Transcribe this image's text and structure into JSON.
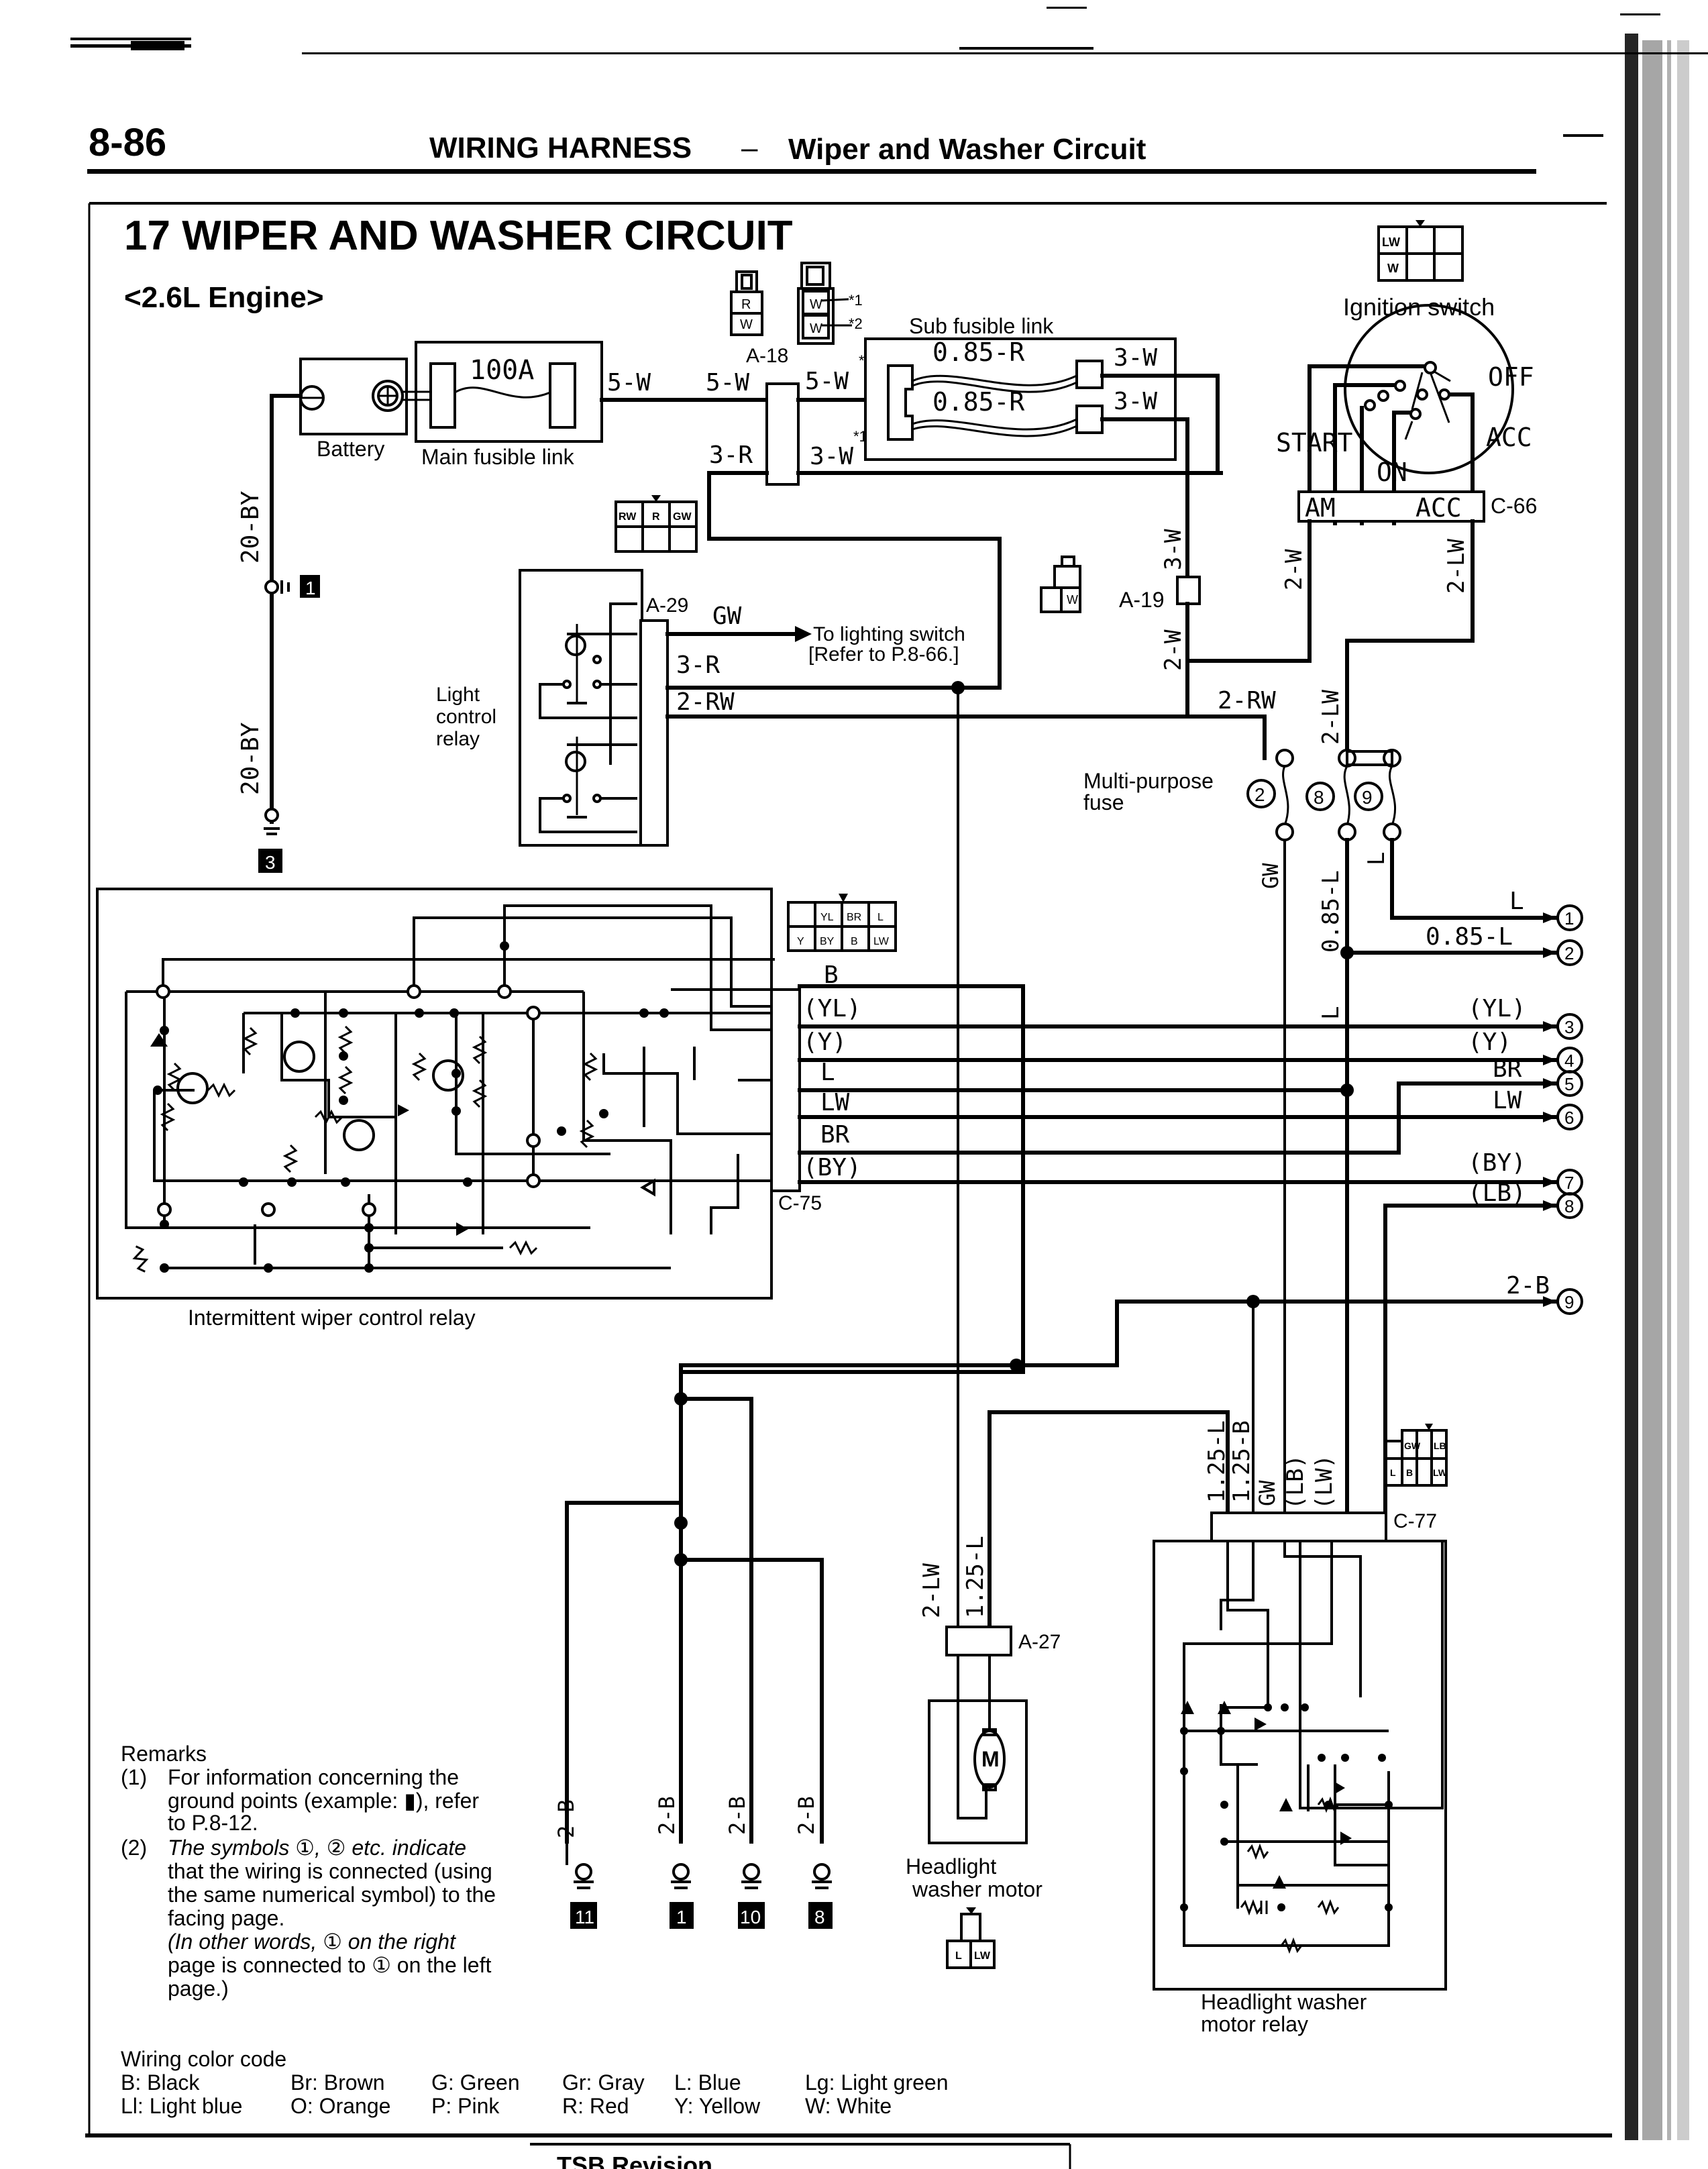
{
  "page": {
    "number": "8-86",
    "section_title": "WIRING HARNESS",
    "section_dash": "–",
    "section_subtitle": "Wiper and Washer Circuit",
    "footer_box_label": "TSB Revision"
  },
  "diagram": {
    "title": "17  WIPER AND WASHER CIRCUIT",
    "engine_label": "<2.6L Engine>",
    "components": {
      "battery": "Battery",
      "main_fusible_link": "Main fusible link",
      "main_fuse_rating": "100A",
      "sub_fusible_link": "Sub fusible link",
      "ignition_switch": "Ignition switch",
      "light_control_relay": [
        "Light",
        "control",
        "relay"
      ],
      "multi_purpose_fuse": [
        "Multi-purpose",
        "fuse"
      ],
      "intermittent_relay": "Intermittent wiper control relay",
      "headlight_washer_motor": [
        "Headlight",
        "washer motor"
      ],
      "headlight_washer_relay": [
        "Headlight washer",
        "motor relay"
      ],
      "lighting_switch_ref": [
        "To lighting switch",
        "[Refer to P.8-66.]"
      ],
      "motor_symbol": "M"
    },
    "ignition_positions": {
      "off": "OFF",
      "acc": "ACC",
      "start": "START",
      "on": "ON",
      "terminal_am": "AM",
      "terminal_acc": "ACC"
    },
    "connectors": {
      "a18": "A-18",
      "a19": "A-19",
      "a27": "A-27",
      "a29": "A-29",
      "c66": "C-66",
      "c75": "C-75",
      "c77": "C-77"
    },
    "connector_faces": {
      "a18_left": [
        "R",
        "W"
      ],
      "a18_right": [
        "W",
        "W"
      ],
      "a18_right_notes": [
        "*1",
        "*2"
      ],
      "ignition": [
        "LW",
        "",
        "",
        "W",
        "",
        ""
      ],
      "a29": [
        "RW",
        "R",
        "GW",
        "",
        "",
        ""
      ],
      "a19": [
        "",
        "W"
      ],
      "c75": [
        "",
        "YL",
        "BR",
        "L",
        "Y",
        "BY",
        "B",
        "LW"
      ],
      "c77": [
        "",
        "GW",
        "LB",
        "L",
        "B",
        "LW"
      ],
      "a27": [
        "L",
        "LW"
      ]
    },
    "wire_labels": {
      "bat_neg_top": "20-BY",
      "bat_neg_bottom": "20-BY",
      "main_out": "5-W",
      "a18_in": "5-W",
      "a18_out_top": "5-W",
      "a18_out_top_note": "*2",
      "a18_left_bottom": "3-R",
      "a18_out_bottom": "3-W",
      "a18_out_bottom_note": "*1",
      "sub_link_1": "0.85-R",
      "sub_link_2": "0.85-R",
      "sub_out_1": "3-W",
      "sub_out_2": "3-W",
      "a19_top": "3-W",
      "a19_bottom": "2-W",
      "ign_am": "2-W",
      "ign_acc": "2-LW",
      "rw_feed": "2-RW",
      "lw_feed": "2-LW",
      "relay_gw": "GW",
      "relay_3r": "3-R",
      "relay_2rw": "2-RW",
      "fuse2_out": "GW",
      "fuse8_out": "0.85-L",
      "fuse9_out": "L",
      "fuse8_branch": "L",
      "motor_lw": "2-LW",
      "motor_l": "1.25-L",
      "c77_1": "1.25-L",
      "c77_2": "1.25-B",
      "c77_3": "GW",
      "c77_4": "(LB)",
      "c77_5": "(LW)",
      "gnd_11": "2-B",
      "gnd_1": "2-B",
      "gnd_10": "2-B",
      "gnd_8": "2-B"
    },
    "fuse_numbers": [
      "2",
      "8",
      "9"
    ],
    "c75_wires": [
      "B",
      "(YL)",
      "(Y)",
      "L",
      "LW",
      "BR",
      "(BY)"
    ],
    "facing_page_outputs": [
      {
        "num": "1",
        "label": "L"
      },
      {
        "num": "2",
        "label": "0.85-L"
      },
      {
        "num": "3",
        "label": "(YL)"
      },
      {
        "num": "4",
        "label": "(Y)"
      },
      {
        "num": "5",
        "label": "BR"
      },
      {
        "num": "6",
        "label": "LW"
      },
      {
        "num": "7",
        "label": "(BY)"
      },
      {
        "num": "8",
        "label": "(LB)"
      },
      {
        "num": "9",
        "label": "2-B"
      }
    ],
    "ground_points": [
      "1",
      "3",
      "11",
      "1",
      "10",
      "8"
    ]
  },
  "remarks": {
    "heading": "Remarks",
    "items": [
      {
        "num": "(1)",
        "lines": [
          "For information concerning the",
          "ground points (example: ▮), refer",
          "to P.8-12."
        ]
      },
      {
        "num": "(2)",
        "lines": [
          "The symbols ①, ② etc. indicate",
          "that the wiring is connected (using",
          "the same numerical symbol) to the",
          "facing page.",
          "(In other words, ① on the right",
          "page is connected to ① on the left",
          "page.)"
        ]
      }
    ]
  },
  "color_code": {
    "heading": "Wiring color code",
    "row1": [
      "B: Black",
      "Br: Brown",
      "G: Green",
      "Gr: Gray",
      "L: Blue",
      "Lg: Light green"
    ],
    "row2": [
      "Ll: Light blue",
      "O: Orange",
      "P: Pink",
      "R: Red",
      "Y: Yellow",
      "W: White"
    ]
  }
}
